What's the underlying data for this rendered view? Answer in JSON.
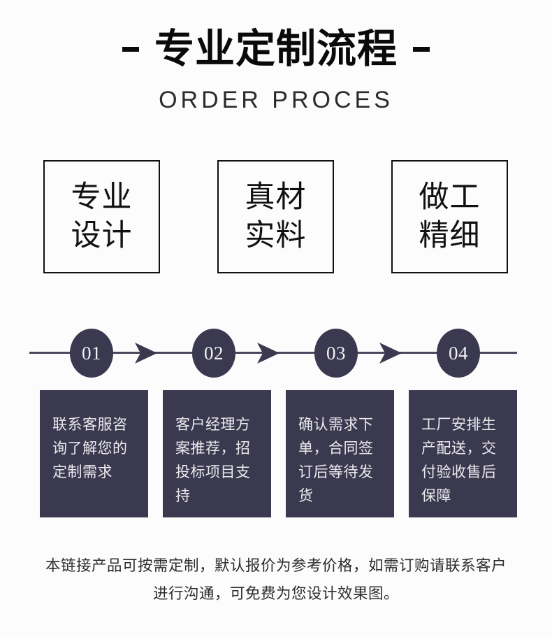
{
  "header": {
    "title": "专业定制流程",
    "dash_left": "-",
    "dash_right": "-",
    "subtitle": "ORDER PROCES"
  },
  "features": [
    {
      "line1": "专业",
      "line2": "设计"
    },
    {
      "line1": "真材",
      "line2": "实料"
    },
    {
      "line1": "做工",
      "line2": "精细"
    }
  ],
  "timeline": {
    "steps": [
      {
        "number": "01",
        "text": "联系客服咨询了解您的定制需求"
      },
      {
        "number": "02",
        "text": "客户经理方案推荐，招投标项目支持"
      },
      {
        "number": "03",
        "text": "确认需求下单，合同签订后等待发货"
      },
      {
        "number": "04",
        "text": "工厂安排生产配送，交付验收售后保障"
      }
    ]
  },
  "footer": {
    "note": "本链接产品可按需定制，默认报价为参考价格，如需订购请联系客户进行沟通，可免费为您设计效果图。"
  },
  "colors": {
    "background": "#fcfcfc",
    "ink": "#111111",
    "accent_dark": "#3b3950",
    "line": "#4a4860",
    "box_text": "#e9e9ec"
  }
}
